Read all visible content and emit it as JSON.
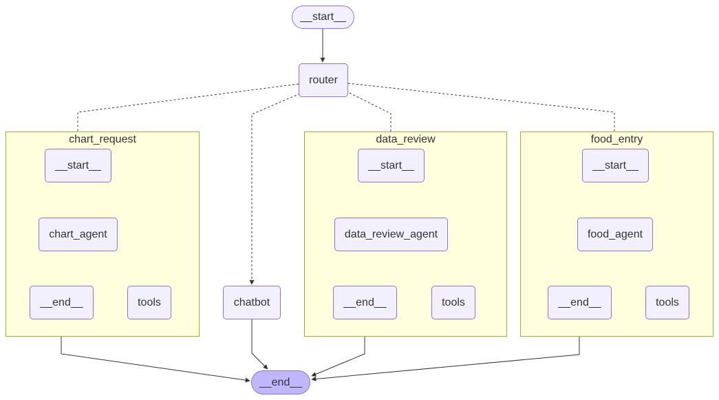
{
  "colors": {
    "node_fill": "#f2f0ff",
    "node_border": "#9370db",
    "cluster_fill": "#ffffde",
    "cluster_border": "#aaaa33",
    "end_fill": "#bfb6fc",
    "edge": "#333333"
  },
  "nodes": {
    "start": "__start__",
    "router": "router",
    "chatbot": "chatbot",
    "end": "__end__"
  },
  "clusters": {
    "chart_request": {
      "title": "chart_request",
      "start": "__start__",
      "agent": "chart_agent",
      "end": "__end__",
      "tools": "tools"
    },
    "data_review": {
      "title": "data_review",
      "start": "__start__",
      "agent": "data_review_agent",
      "end": "__end__",
      "tools": "tools"
    },
    "food_entry": {
      "title": "food_entry",
      "start": "__start__",
      "agent": "food_agent",
      "end": "__end__",
      "tools": "tools"
    }
  }
}
